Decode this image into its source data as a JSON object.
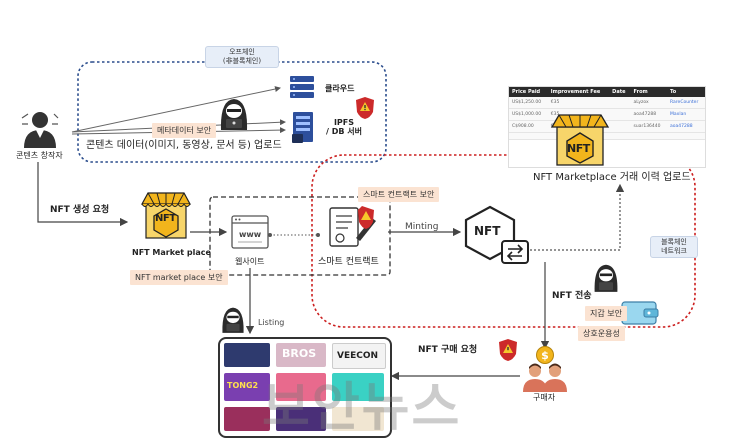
{
  "offchain": {
    "title": "오프체인",
    "subtitle": "(非블록체인)"
  },
  "creator_label": "콘텐츠 창작자",
  "cloud_label": "클라우드",
  "ipfs_label": "IPFS\n/ DB 서버",
  "metadata_tag": "메타데이터 보안",
  "upload_label": "콘텐츠 데이터(이미지, 동영상, 문서 등) 업로드",
  "nft_request_label": "NFT 생성 요청",
  "marketplace_left_label": "NFT Market place",
  "marketplace_security_tag": "NFT market place 보안",
  "website_label": "웹사이트",
  "www_label": "www",
  "smart_contract_label": "스마트 컨트랙트",
  "smart_contract_security_tag": "스마트 컨트랙트 보안",
  "minting_label": "Minting",
  "nft_text": "NFT",
  "marketplace_history_label": "NFT Marketplace 거래 이력 업로드",
  "blockchain_network_label": "블록체인\n네트워크",
  "nft_transfer_label": "NFT 전송",
  "wallet_security_tag": "지갑 보안",
  "interop_tag": "상호운용성",
  "listing_label": "Listing",
  "nft_buy_request_label": "NFT 구매 요청",
  "buyer_label": "구매자",
  "market_thumbs": [
    "BROS",
    "VEECON",
    "TONG2"
  ],
  "watermark": "보안뉴스",
  "tx_table": {
    "headers": [
      "Price Paid",
      "Improvement Fee",
      "Date",
      "From",
      "To"
    ],
    "rows": [
      [
        "US$1,250.00",
        "€35",
        "",
        "aLyzox",
        "RareCounter"
      ],
      [
        "US$1,000.00",
        "€35",
        "",
        "aoa47288",
        "Maxlan"
      ],
      [
        "C$908.00",
        "€35",
        "",
        "suar136440",
        "aoa47288"
      ],
      [
        "",
        "",
        "",
        "",
        ""
      ]
    ]
  },
  "colors": {
    "offchain_border": "#2a4c8c",
    "onchain_border": "#cc1f1f",
    "tag_bg": "#fbe3d2",
    "nft_gold": "#f2b51c"
  }
}
